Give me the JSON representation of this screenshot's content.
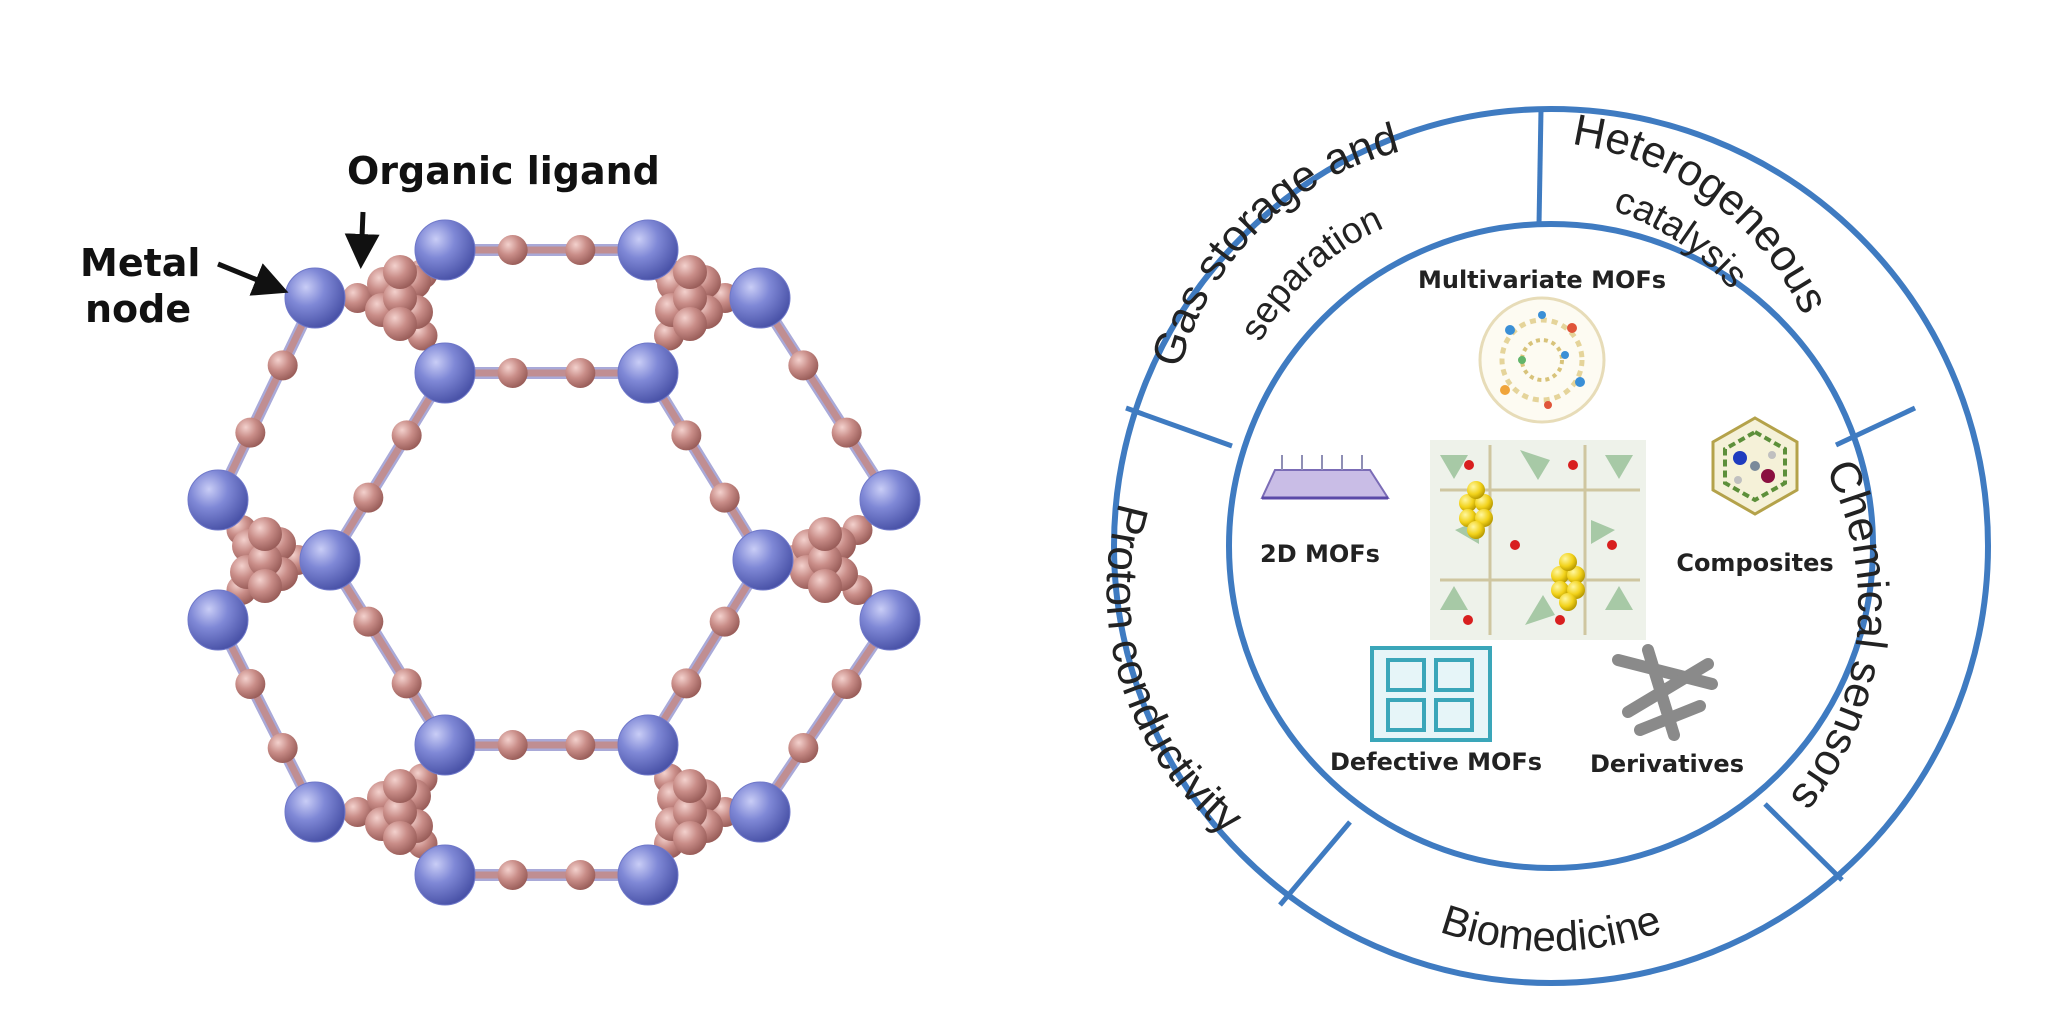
{
  "colors": {
    "metal_node": "#6f78c9",
    "ligand": "#c58a86",
    "ring_stroke": "#3f7bc1",
    "arrow": "#111111"
  },
  "left": {
    "label_organic_ligand": "Organic ligand",
    "label_metal_line1": "Metal",
    "label_metal_line2": "node"
  },
  "ring": {
    "gas_line1": "Gas storage and",
    "gas_line2": "separation",
    "hetero_line1": "Heterogeneous",
    "hetero_line2": "catalysis",
    "chem": "Chemical sensors",
    "bio": "Biomedicine",
    "proton": "Proton conductivity"
  },
  "inner": {
    "multivariate": "Multivariate MOFs",
    "two_d": "2D MOFs",
    "composites": "Composites",
    "defective": "Defective MOFs",
    "derivatives": "Derivatives"
  }
}
